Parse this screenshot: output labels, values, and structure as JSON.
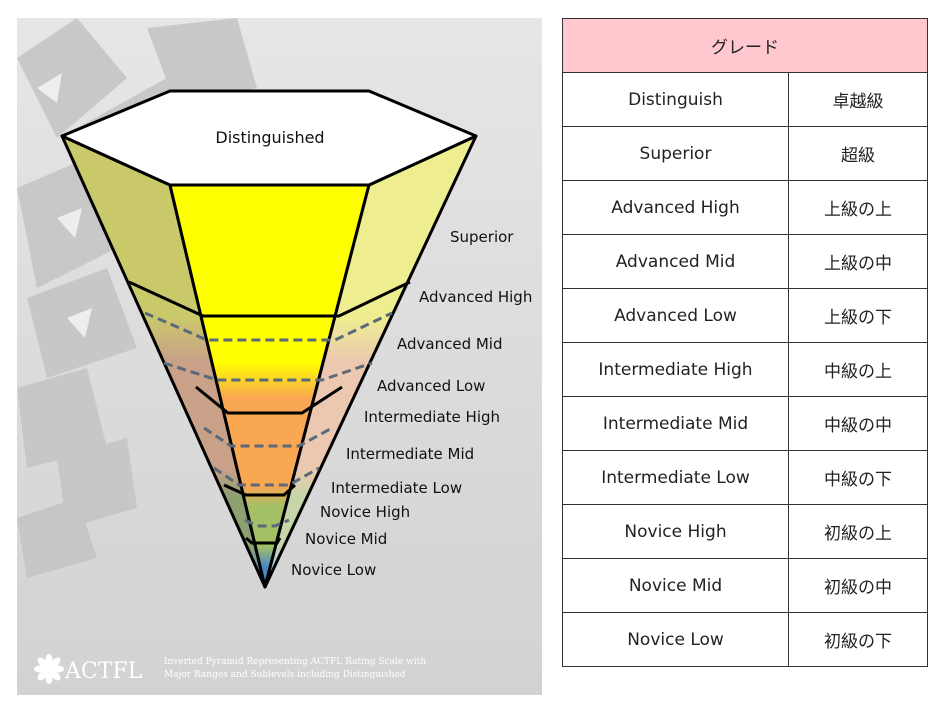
{
  "pyramid": {
    "top_label": "Distinguished",
    "levels": [
      "Superior",
      "Advanced High",
      "Advanced Mid",
      "Advanced Low",
      "Intermediate High",
      "Intermediate Mid",
      "Intermediate Low",
      "Novice High",
      "Novice Mid",
      "Novice Low"
    ],
    "logo_text": "ACTFL",
    "caption_line1": "Inverted Pyramid Representing ACTFL Rating Scale with",
    "caption_line2": "Major Ranges and Sublevels including Distinguished",
    "colors": {
      "superior": "#ffff00",
      "advanced": "#f9a752",
      "intermediate": "#a3c065",
      "novice": "#4a86c8",
      "top_face": "#ffffff",
      "background": "#dcdcdc"
    }
  },
  "table": {
    "header": "グレード",
    "rows": [
      {
        "en": "Distinguish",
        "ja": "卓越級"
      },
      {
        "en": "Superior",
        "ja": "超級"
      },
      {
        "en": "Advanced High",
        "ja": "上級の上"
      },
      {
        "en": "Advanced Mid",
        "ja": "上級の中"
      },
      {
        "en": "Advanced Low",
        "ja": "上級の下"
      },
      {
        "en": "Intermediate High",
        "ja": "中級の上"
      },
      {
        "en": "Intermediate Mid",
        "ja": "中級の中"
      },
      {
        "en": "Intermediate Low",
        "ja": "中級の下"
      },
      {
        "en": "Novice High",
        "ja": "初級の上"
      },
      {
        "en": "Novice Mid",
        "ja": "初級の中"
      },
      {
        "en": "Novice Low",
        "ja": "初級の下"
      }
    ]
  }
}
